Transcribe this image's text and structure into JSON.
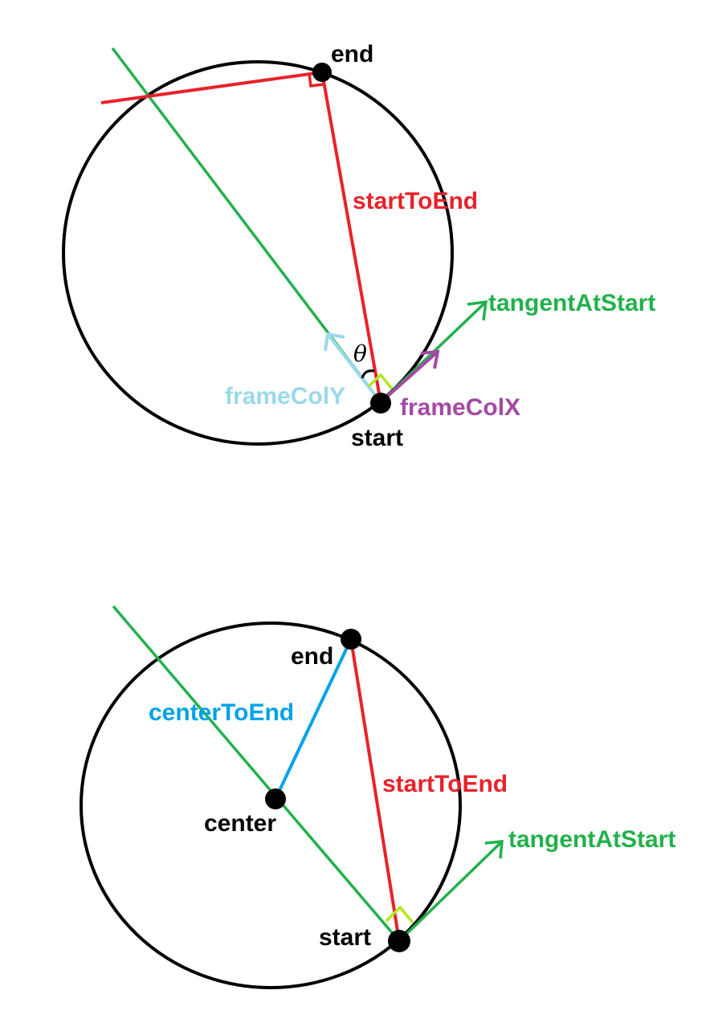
{
  "colors": {
    "circle": "#000000",
    "startToEnd": "#e8222a",
    "tangent": "#22b14c",
    "frameColY": "#99d9ea",
    "frameColX": "#a349a4",
    "centerToEnd": "#00a2e8",
    "rightAngle": "#b5e61d"
  },
  "diagram_top": {
    "labels": {
      "end": "end",
      "start": "start",
      "startToEnd": "startToEnd",
      "tangentAtStart": "tangentAtStart",
      "frameColY": "frameColY",
      "frameColX": "frameColX",
      "theta": "θ"
    }
  },
  "diagram_bottom": {
    "labels": {
      "end": "end",
      "start": "start",
      "center": "center",
      "centerToEnd": "centerToEnd",
      "startToEnd": "startToEnd",
      "tangentAtStart": "tangentAtStart"
    }
  }
}
